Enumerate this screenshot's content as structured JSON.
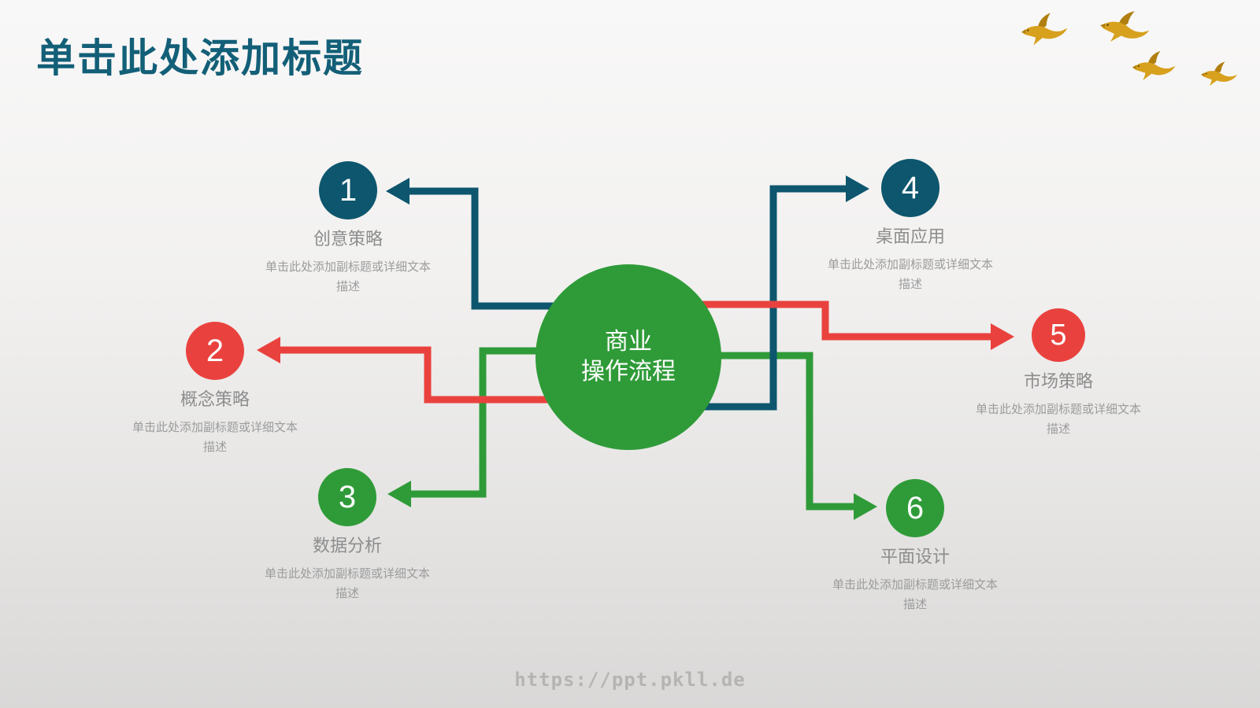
{
  "slide": {
    "title": "单击此处添加标题",
    "watermark": "https://ppt.pkll.de"
  },
  "colors": {
    "title": "#135f78",
    "teal": "#0d566e",
    "red": "#e9423e",
    "green": "#2f9b38",
    "label_gray": "#8d8d8d",
    "desc_gray": "#9c9c9c",
    "bird_gold": "#d7a11e",
    "bird_dark": "#b07f10",
    "watermark_gray": "#b5b4b3"
  },
  "center": {
    "line1": "商业",
    "line2": "操作流程"
  },
  "items": [
    {
      "num": "1",
      "label": "创意策略",
      "desc_line1": "单击此处添加副标题或详细文本",
      "desc_line2": "描述",
      "color": "#0d566e"
    },
    {
      "num": "2",
      "label": "概念策略",
      "desc_line1": "单击此处添加副标题或详细文本",
      "desc_line2": "描述",
      "color": "#e9423e"
    },
    {
      "num": "3",
      "label": "数据分析",
      "desc_line1": "单击此处添加副标题或详细文本",
      "desc_line2": "描述",
      "color": "#2f9b38"
    },
    {
      "num": "4",
      "label": "桌面应用",
      "desc_line1": "单击此处添加副标题或详细文本",
      "desc_line2": "描述",
      "color": "#0d566e"
    },
    {
      "num": "5",
      "label": "市场策略",
      "desc_line1": "单击此处添加副标题或详细文本",
      "desc_line2": "描述",
      "color": "#e9423e"
    },
    {
      "num": "6",
      "label": "平面设计",
      "desc_line1": "单击此处添加副标题或详细文本",
      "desc_line2": "描述",
      "color": "#2f9b38"
    }
  ],
  "connections": [
    {
      "from": "center",
      "to": "item-1",
      "color": "teal"
    },
    {
      "from": "center",
      "to": "item-2",
      "color": "red"
    },
    {
      "from": "center",
      "to": "item-3",
      "color": "green"
    },
    {
      "from": "center",
      "to": "item-4",
      "color": "teal"
    },
    {
      "from": "center",
      "to": "item-5",
      "color": "red"
    },
    {
      "from": "center",
      "to": "item-6",
      "color": "green"
    }
  ],
  "decorations": {
    "birds_count": 4
  }
}
